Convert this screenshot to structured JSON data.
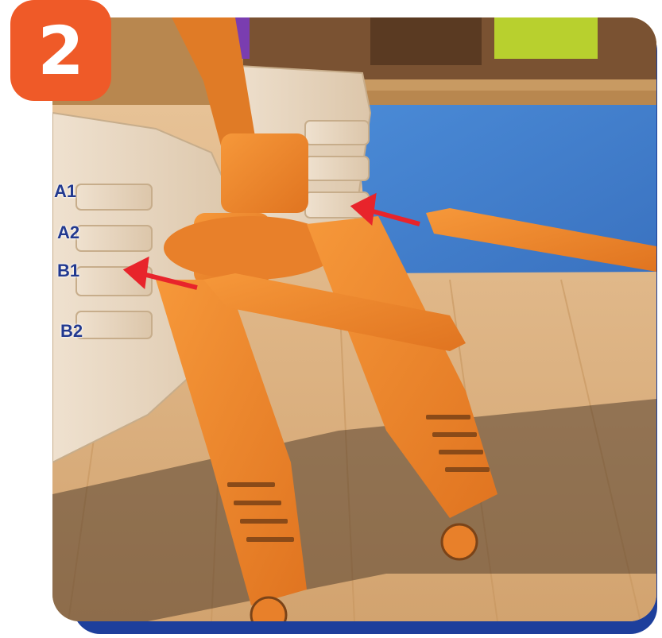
{
  "step": {
    "number": "2"
  },
  "slot_labels": {
    "a1": "A1",
    "a2": "A2",
    "b1": "B1",
    "b2": "B2"
  },
  "colors": {
    "badge": "#ef5a28",
    "frame": "#1d3f9c",
    "orange_part": "#f0862b",
    "arrow": "#e8242b",
    "label": "#22398f"
  }
}
